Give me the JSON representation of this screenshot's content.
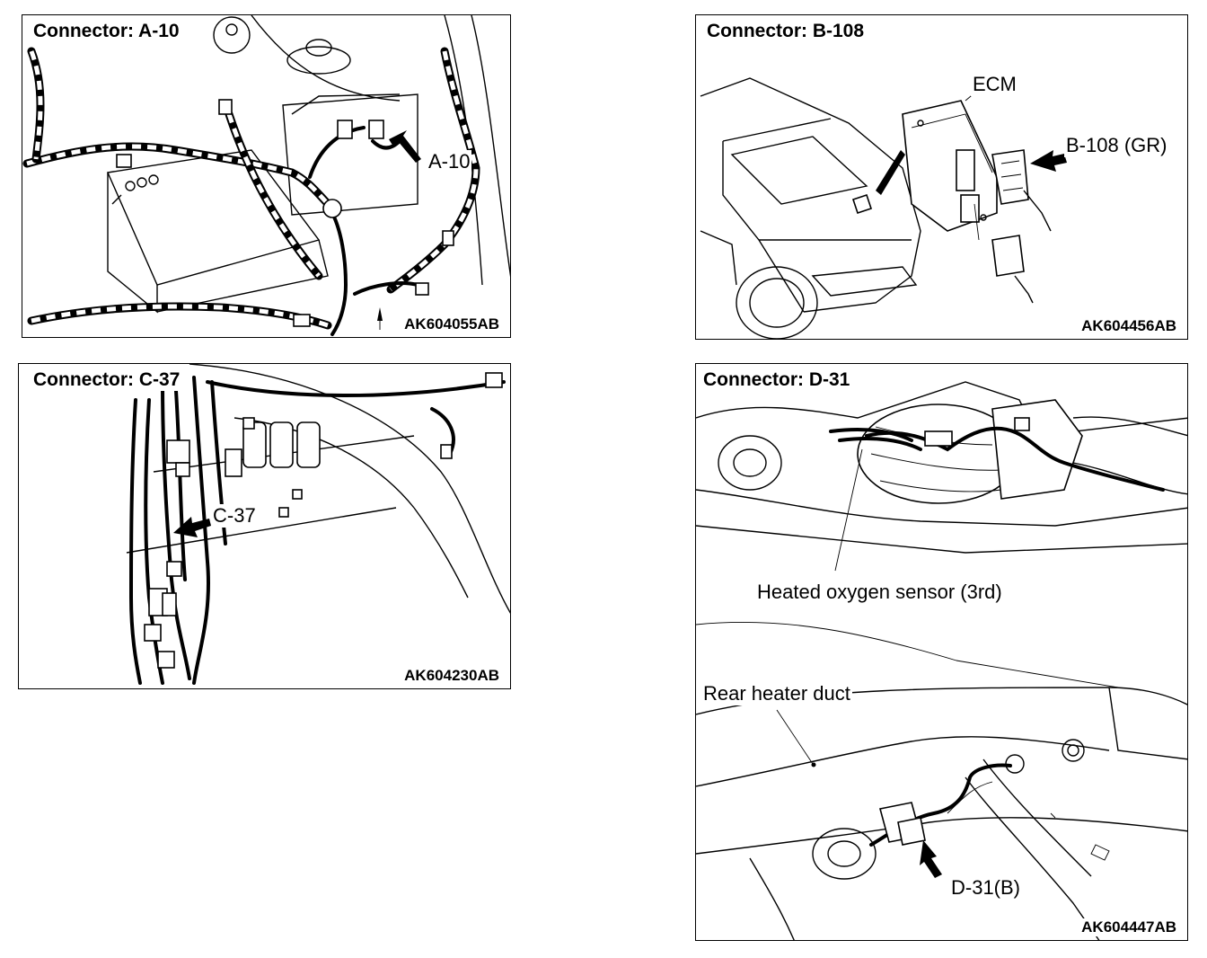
{
  "panels": {
    "a": {
      "title": "Connector: A-10",
      "callout": "A-10",
      "code": "AK604055AB"
    },
    "b": {
      "title": "Connector: B-108",
      "ecm": "ECM",
      "callout": "B-108 (GR)",
      "code": "AK604456AB"
    },
    "c": {
      "title": "Connector: C-37",
      "callout": "C-37",
      "code": "AK604230AB"
    },
    "d": {
      "title": "Connector: D-31",
      "sensor": "Heated oxygen sensor (3rd)",
      "duct": "Rear heater duct",
      "callout": "D-31(B)",
      "code": "AK604447AB"
    }
  }
}
